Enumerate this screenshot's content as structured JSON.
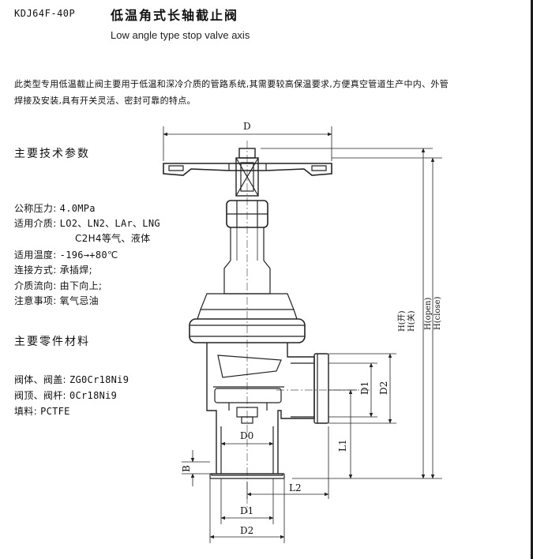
{
  "header": {
    "model": "KDJ64F-40P",
    "title_cn": "低温角式长轴截止阀",
    "title_en": "Low angle type stop valve axis"
  },
  "description": "此类型专用低温截止阀主要用于低温和深冷介质的管路系统,其需要较高保温要求,方便真空管道生产中内、外管焊接及安装,具有开关灵活、密封可靠的特点。",
  "tech_params": {
    "heading": "主要技术参数",
    "items": [
      {
        "label": "公称压力:",
        "value": "4.0MPa"
      },
      {
        "label": "适用介质:",
        "value": "LO2、LN2、LAr、LNG"
      },
      {
        "label": "",
        "value": "C2H4等气、液体"
      },
      {
        "label": "适用温度:",
        "value": "-196→+80℃"
      },
      {
        "label": "连接方式:",
        "value": "承插焊;"
      },
      {
        "label": "介质流向:",
        "value": "由下向上;"
      },
      {
        "label": "注意事项:",
        "value": "氧气忌油"
      }
    ]
  },
  "materials": {
    "heading": "主要零件材料",
    "items": [
      {
        "label": "阀体、阀盖:",
        "value": "ZG0Cr18Ni9"
      },
      {
        "label": "阀顶、阀杆:",
        "value": "0Cr18Ni9"
      },
      {
        "label": "填料:",
        "value": "PCTFE"
      }
    ]
  },
  "drawing": {
    "dims": {
      "D": "D",
      "D0": "D0",
      "D1_side": "D1",
      "D2_side": "D2",
      "L1": "L1",
      "L2": "L2",
      "B": "B",
      "D1_bottom": "D1",
      "D2_bottom": "D2",
      "H_open_cn": "H(开)",
      "H_close_cn": "H(关)",
      "H_open": "H(open)",
      "H_close": "H(close)"
    },
    "line_color": "#222222",
    "center_line_color": "#555555"
  }
}
